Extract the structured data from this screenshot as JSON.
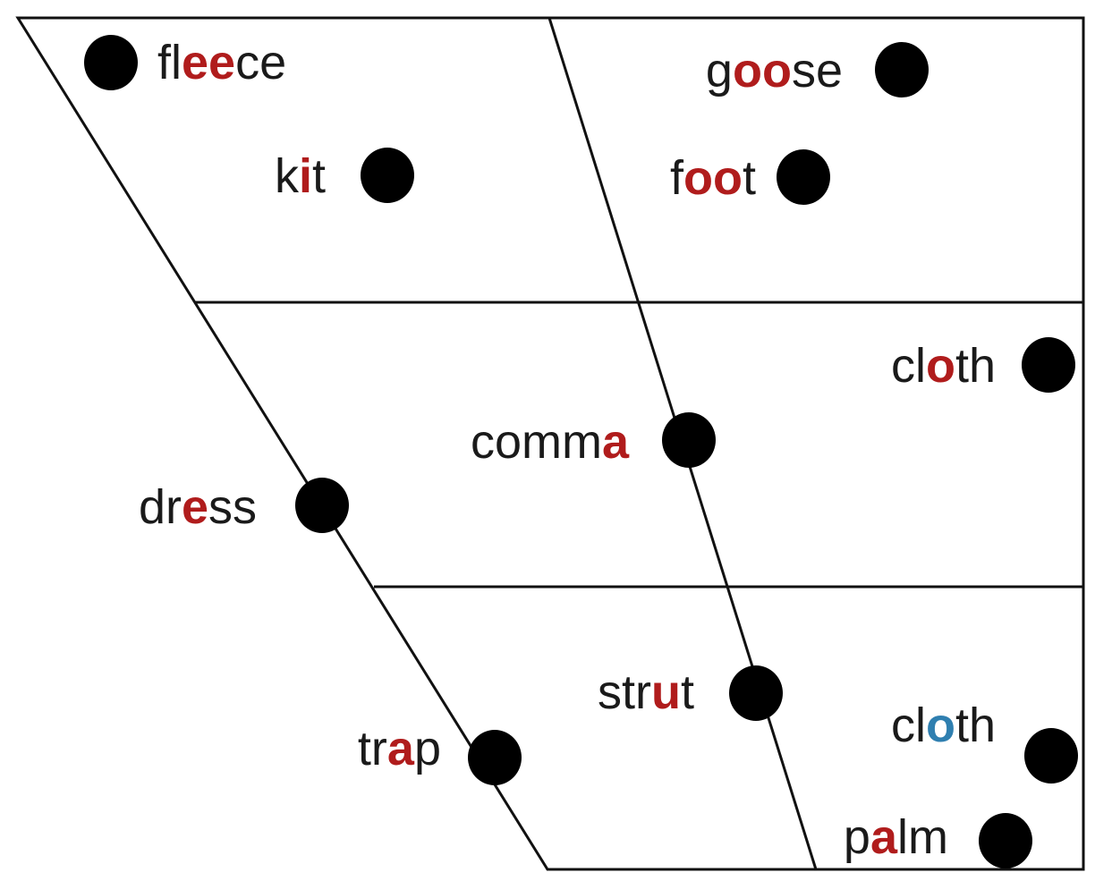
{
  "colors": {
    "text": "#1a1a1a",
    "highlight_red": "#b01c1c",
    "highlight_blue": "#2f7fb0",
    "dot": "#000000",
    "line": "#111111"
  },
  "words": [
    {
      "id": "fleece",
      "parts": [
        {
          "t": "fl",
          "hl": ""
        },
        {
          "t": "ee",
          "hl": "red"
        },
        {
          "t": "ce",
          "hl": ""
        }
      ]
    },
    {
      "id": "goose",
      "parts": [
        {
          "t": "g",
          "hl": ""
        },
        {
          "t": "oo",
          "hl": "red"
        },
        {
          "t": "se",
          "hl": ""
        }
      ]
    },
    {
      "id": "kit",
      "parts": [
        {
          "t": "k",
          "hl": ""
        },
        {
          "t": "i",
          "hl": "red"
        },
        {
          "t": "t",
          "hl": ""
        }
      ]
    },
    {
      "id": "foot",
      "parts": [
        {
          "t": "f",
          "hl": ""
        },
        {
          "t": "oo",
          "hl": "red"
        },
        {
          "t": "t",
          "hl": ""
        }
      ]
    },
    {
      "id": "cloth-mid",
      "parts": [
        {
          "t": "cl",
          "hl": ""
        },
        {
          "t": "o",
          "hl": "red"
        },
        {
          "t": "th",
          "hl": ""
        }
      ]
    },
    {
      "id": "comma",
      "parts": [
        {
          "t": "comm",
          "hl": ""
        },
        {
          "t": "a",
          "hl": "red"
        }
      ]
    },
    {
      "id": "dress",
      "parts": [
        {
          "t": "dr",
          "hl": ""
        },
        {
          "t": "e",
          "hl": "red"
        },
        {
          "t": "ss",
          "hl": ""
        }
      ]
    },
    {
      "id": "strut",
      "parts": [
        {
          "t": "str",
          "hl": ""
        },
        {
          "t": "u",
          "hl": "red"
        },
        {
          "t": "t",
          "hl": ""
        }
      ]
    },
    {
      "id": "cloth-low",
      "parts": [
        {
          "t": "cl",
          "hl": ""
        },
        {
          "t": "o",
          "hl": "blue"
        },
        {
          "t": "th",
          "hl": ""
        }
      ]
    },
    {
      "id": "trap",
      "parts": [
        {
          "t": "tr",
          "hl": ""
        },
        {
          "t": "a",
          "hl": "red"
        },
        {
          "t": "p",
          "hl": ""
        }
      ]
    },
    {
      "id": "palm",
      "parts": [
        {
          "t": "p",
          "hl": ""
        },
        {
          "t": "a",
          "hl": "red"
        },
        {
          "t": "lm",
          "hl": ""
        }
      ]
    }
  ]
}
